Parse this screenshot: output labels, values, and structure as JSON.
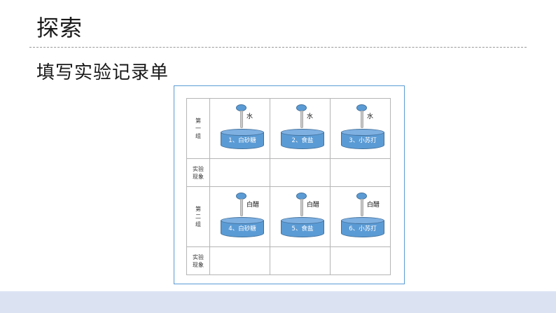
{
  "slide": {
    "title": "探索",
    "subtitle": "填写实验记录单"
  },
  "record_sheet": {
    "rows": [
      {
        "group_label": [
          "第",
          "一",
          "组"
        ],
        "setups": [
          {
            "liquid": "水",
            "cup_label": "1、白砂糖"
          },
          {
            "liquid": "水",
            "cup_label": "2、食盐"
          },
          {
            "liquid": "水",
            "cup_label": "3、小苏打"
          }
        ],
        "observation_label": [
          "实验",
          "现象"
        ],
        "observations": [
          "",
          "",
          ""
        ]
      },
      {
        "group_label": [
          "第",
          "二",
          "组"
        ],
        "setups": [
          {
            "liquid": "白醋",
            "cup_label": "4、白砂糖"
          },
          {
            "liquid": "白醋",
            "cup_label": "5、食盐"
          },
          {
            "liquid": "白醋",
            "cup_label": "6、小苏打"
          }
        ],
        "observation_label": [
          "实验",
          "现象"
        ],
        "observations": [
          "",
          "",
          ""
        ]
      }
    ]
  },
  "colors": {
    "card_border": "#5b9bd5",
    "cup_fill": "#5b9bd5",
    "bottom_band": "#dbe3f3"
  }
}
